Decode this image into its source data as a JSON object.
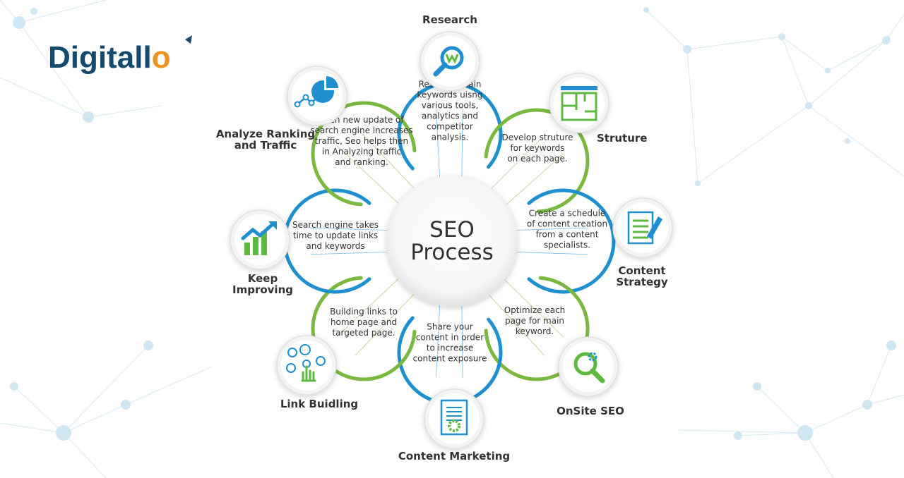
{
  "brand": {
    "name": "Digitallo",
    "primary_color": "#15496e",
    "accent_color": "#f0901e"
  },
  "center": {
    "line1": "SEO",
    "line2": "Process"
  },
  "colors": {
    "blue": "#1e90d0",
    "green": "#7ab840",
    "icon_blue": "#1f8fd0",
    "icon_green": "#5fb840"
  },
  "steps": [
    {
      "key": "research",
      "title": [
        "Research"
      ],
      "description": [
        "Research main",
        "keywords uisng",
        "various tools,",
        "analytics and",
        "competitor",
        "analysis."
      ],
      "icon": "magnifier-icon",
      "color": "blue"
    },
    {
      "key": "structure",
      "title": [
        "Struture"
      ],
      "description": [
        "Develop struture",
        "for keywords",
        "on each page."
      ],
      "icon": "floor-plan-icon",
      "color": "green"
    },
    {
      "key": "content-strategy",
      "title": [
        "Content",
        "Strategy"
      ],
      "description": [
        "Create a schedule",
        "of content creation",
        "from a content",
        "specialists."
      ],
      "icon": "document-pen-icon",
      "color": "blue"
    },
    {
      "key": "onsite-seo",
      "title": [
        "OnSite SEO"
      ],
      "description": [
        "Optimize each",
        "page for main",
        "keyword."
      ],
      "icon": "gear-search-icon",
      "color": "green"
    },
    {
      "key": "content-marketing",
      "title": [
        "Content Marketing"
      ],
      "description": [
        "Share your",
        "content in order",
        "to increase",
        "content exposure"
      ],
      "icon": "document-gear-icon",
      "color": "blue"
    },
    {
      "key": "link-building",
      "title": [
        "Link Buidling"
      ],
      "description": [
        "Building links to",
        "home page and",
        "targeted page."
      ],
      "icon": "hand-click-icon",
      "color": "green"
    },
    {
      "key": "keep-improving",
      "title": [
        "Keep",
        "Improving"
      ],
      "description": [
        "Search engine takes",
        "time to update links",
        "and keywords"
      ],
      "icon": "growth-chart-icon",
      "color": "blue"
    },
    {
      "key": "analyze-ranking",
      "title": [
        "Analyze Ranking",
        "and Traffic"
      ],
      "description": [
        "Each new update of",
        "search engine increases",
        "traffic, Seo helps then",
        "in Analyzing traffic",
        "and ranking."
      ],
      "icon": "pie-chart-icon",
      "color": "green"
    }
  ]
}
